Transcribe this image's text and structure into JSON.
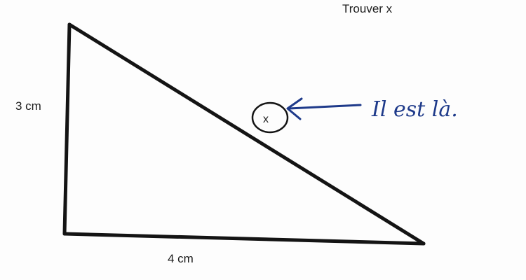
{
  "title": "Trouver x",
  "labels": {
    "vertical_side": "3 cm",
    "horizontal_side": "4 cm",
    "unknown": "x"
  },
  "annotation": {
    "handwritten_text": "Il est là."
  },
  "colors": {
    "ink": "#141414",
    "annotation_ink": "#1e3a8a",
    "background": "#fdfdfd"
  }
}
